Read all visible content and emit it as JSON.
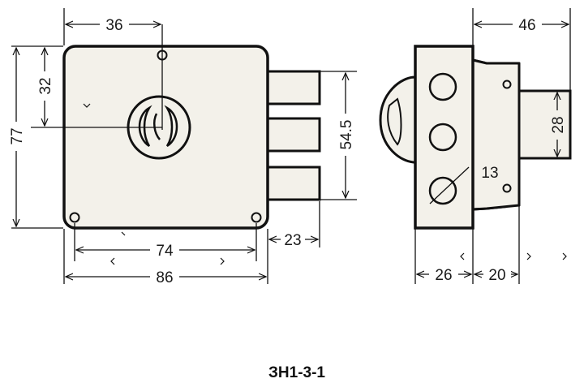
{
  "model": "ЗН1-3-1",
  "front_view": {
    "dims": {
      "top_offset": "36",
      "height_to_axis": "32",
      "total_height": "77",
      "bolt_span": "54.5",
      "bolt_projection": "23",
      "hole_spacing": "74",
      "total_width": "86"
    }
  },
  "side_view": {
    "dims": {
      "overall_depth": "46",
      "plate_height": "28",
      "cylinder_diameter": "13",
      "body_depth": "26",
      "plate_depth": "20"
    }
  },
  "colors": {
    "line": "#111111",
    "fill": "#f3f1ea"
  }
}
